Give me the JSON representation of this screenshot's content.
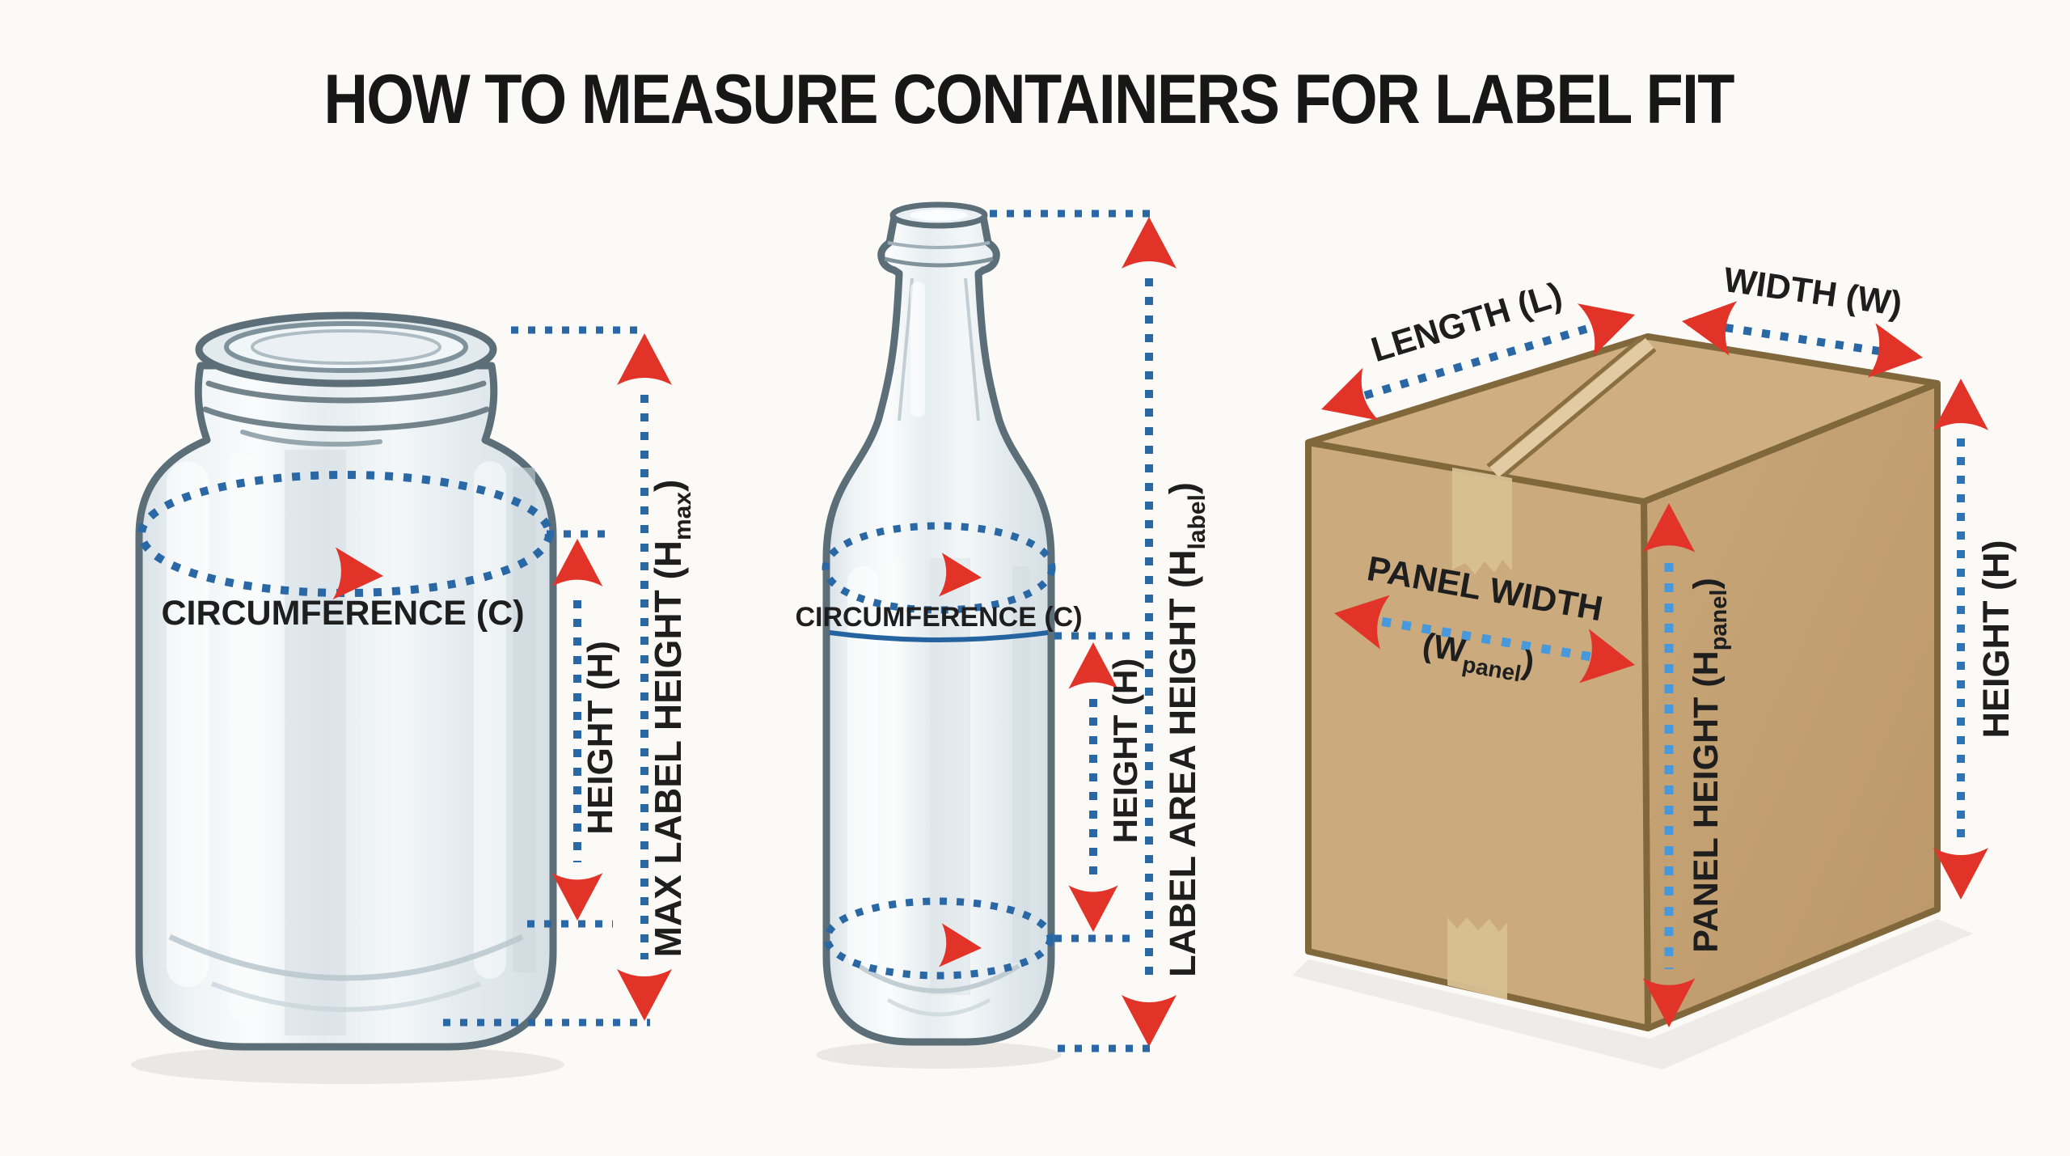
{
  "title": "HOW TO MEASURE CONTAINERS FOR LABEL FIT",
  "jar": {
    "circumference_label": "CIRCUMFERENCE (C)",
    "height_label": "HEIGHT (H)",
    "max_label_height": {
      "main": "MAX LABEL HEIGHT (H",
      "sub": "max",
      "close": ")"
    }
  },
  "bottle": {
    "circumference_label": "CIRCUMFERENCE (C)",
    "height_label": "HEIGHT (H)",
    "label_area_height": {
      "main": "LABEL AREA HEIGHT (H",
      "sub": "label",
      "close": ")"
    }
  },
  "box": {
    "length_label": "LENGTH (L)",
    "width_label": "WIDTH (W)",
    "height_label": "HEIGHT (H)",
    "panel_width": {
      "line1": "PANEL WIDTH",
      "open": "(W",
      "sub": "panel",
      "close": ")"
    },
    "panel_height": {
      "main": "PANEL HEIGHT (H",
      "sub": "panel",
      "close": ")"
    }
  },
  "colors": {
    "background": "#fbfaf7",
    "title_text": "#171717",
    "label_text": "#1e1e1e",
    "dimension_blue": "#2a67a5",
    "panel_blue": "#4799dc",
    "arrow_red": "#e23329",
    "glass_outline": "#5c6e78",
    "box_front": "#cbaa7d",
    "box_top": "#cfae82",
    "box_side": "#c19e70",
    "box_edge": "#80683c",
    "tape": "#d8c094"
  }
}
